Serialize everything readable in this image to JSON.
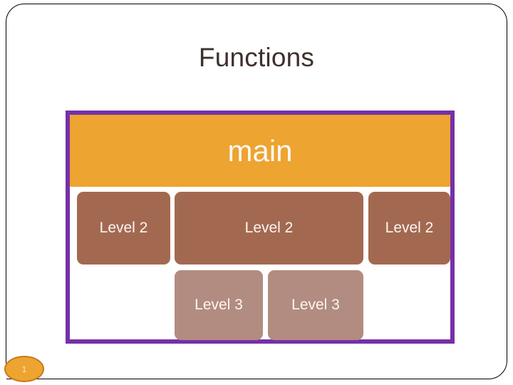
{
  "slide": {
    "title": "Functions",
    "page_number": "1",
    "colors": {
      "title_text": "#3E302B",
      "frame_border": "#000000",
      "diagram_border": "#7630A8",
      "main_box": "#EDA430",
      "level2_box": "#A36950",
      "level3_box": "#B28C80",
      "box_text": "#FBF7F2",
      "badge_fill": "#EDA430",
      "badge_border": "#C8791A",
      "badge_text": "#F7E7C8"
    }
  },
  "diagram": {
    "type": "hierarchy",
    "rows": [
      {
        "name": "root",
        "boxes": [
          {
            "label": "main"
          }
        ]
      },
      {
        "name": "level-2",
        "boxes": [
          {
            "label": "Level 2"
          },
          {
            "label": "Level 2"
          },
          {
            "label": "Level 2"
          }
        ]
      },
      {
        "name": "level-3",
        "boxes": [
          {
            "label": "Level 3"
          },
          {
            "label": "Level 3"
          }
        ]
      }
    ]
  }
}
